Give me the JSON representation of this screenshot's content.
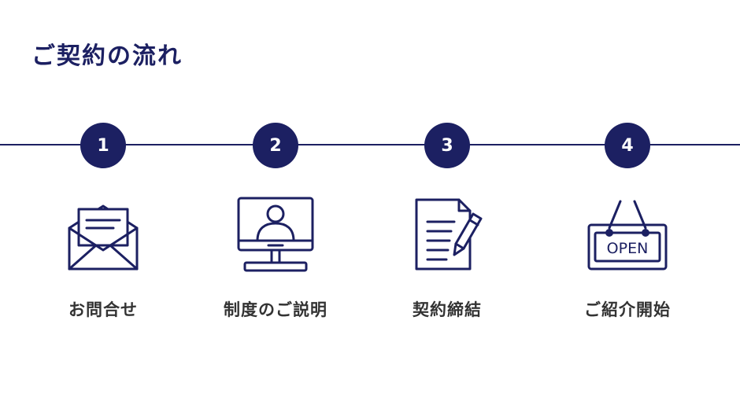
{
  "page": {
    "title": "ご契約の流れ"
  },
  "steps": [
    {
      "number": "1",
      "label": "お問合せ",
      "icon": "envelope-icon"
    },
    {
      "number": "2",
      "label": "制度のご説明",
      "icon": "video-call-monitor-icon"
    },
    {
      "number": "3",
      "label": "契約締結",
      "icon": "contract-pen-icon"
    },
    {
      "number": "4",
      "label": "ご紹介開始",
      "icon": "open-sign-icon"
    }
  ],
  "open_sign_text": "OPEN",
  "colors": {
    "primary": "#1c2062",
    "text": "#333333",
    "background": "#ffffff"
  }
}
